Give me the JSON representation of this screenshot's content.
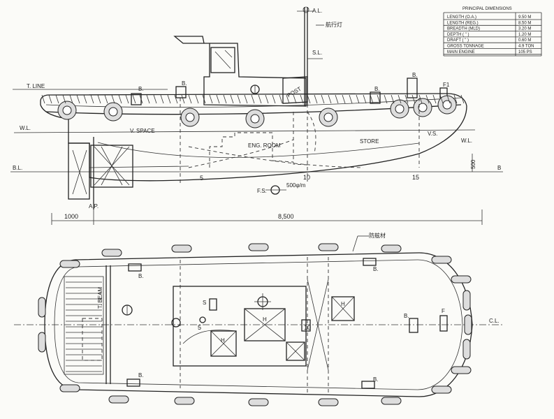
{
  "table": {
    "title": "PRINCIPAL DIMENSIONS",
    "rows": [
      {
        "label": "LENGTH (O.A.)",
        "value": "9.50 M"
      },
      {
        "label": "LENGTH (REG.)",
        "value": "8.50 M"
      },
      {
        "label": "BREADTH (MLD)",
        "value": "3.20 M"
      },
      {
        "label": "DEPTH ( \" )",
        "value": "1.20 M"
      },
      {
        "label": "DRAFT ( \" )",
        "value": "0.60 M"
      },
      {
        "label": "GROSS TONNAGE",
        "value": "4.9 TON"
      },
      {
        "label": "MAIN ENGINE",
        "value": "105 PS"
      }
    ]
  },
  "labels": {
    "t_line": "T. LINE",
    "wl_left": "W.L.",
    "wl_right": "W.L.",
    "bl": "B.L.",
    "b_right": "B",
    "al": "A.L.",
    "sl": "S.L.",
    "v_space": "V. SPACE",
    "eng_room": "ENG. ROOM",
    "store": "STORE",
    "vs": "V.S.",
    "post": "POST",
    "f1": "F1",
    "ap": "A.P.",
    "fs": "F.S.",
    "prop": "500φ/m",
    "frame_5": "5",
    "frame_10": "10",
    "frame_15": "15",
    "b_mark": "B.",
    "depth_500": "500",
    "mast_note": "航行灯",
    "plan_note": "防舷材",
    "cl": "C.L.",
    "t_beam": "T. BEAM",
    "h": "H",
    "s": "S",
    "f": "F"
  },
  "dimensions": {
    "overall_left": "1000",
    "overall_main": "8,500"
  }
}
